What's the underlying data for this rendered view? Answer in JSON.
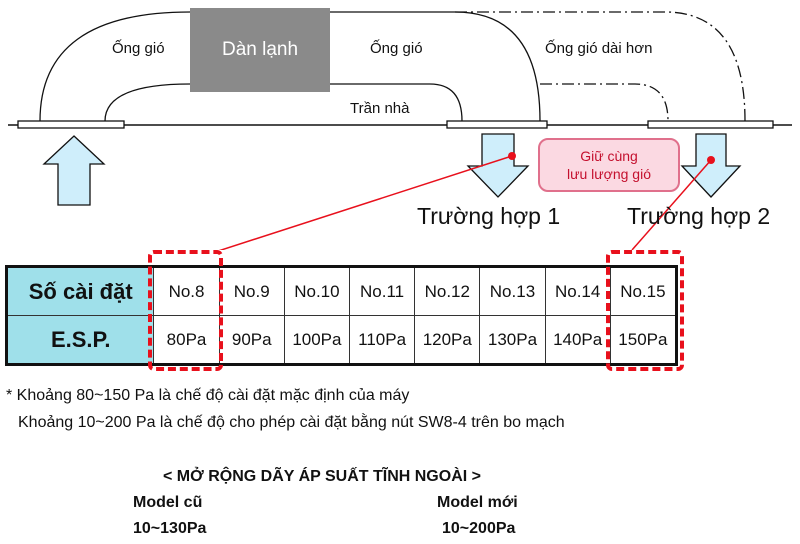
{
  "diagram": {
    "indoor_unit": "Dàn lạnh",
    "duct_left": "Ống gió",
    "duct_right": "Ống gió",
    "duct_longer": "Ống gió dài hơn",
    "ceiling": "Trần nhà",
    "callout_line1": "Giữ cùng",
    "callout_line2": "lưu lượng gió",
    "case1": "Trường hợp 1",
    "case2": "Trường hợp 2"
  },
  "table": {
    "row1_header": "Số cài đặt",
    "row2_header": "E.S.P.",
    "settings": [
      "No.8",
      "No.9",
      "No.10",
      "No.11",
      "No.12",
      "No.13",
      "No.14",
      "No.15"
    ],
    "pressures": [
      "80Pa",
      "90Pa",
      "100Pa",
      "110Pa",
      "120Pa",
      "130Pa",
      "140Pa",
      "150Pa"
    ]
  },
  "notes": {
    "line1": "* Khoảng 80~150 Pa là chế độ cài đặt mặc định của máy",
    "line2": "Khoảng 10~200 Pa là chế độ cho phép cài đặt bằng nút SW8-4 trên bo mạch"
  },
  "footer": {
    "title": "< MỞ RỘNG DÃY ÁP SUẤT TĨNH NGOÀI >",
    "old_model_label": "Model cũ",
    "old_model_range": "10~130Pa",
    "new_model_label": "Model mới",
    "new_model_range": "10~200Pa"
  },
  "colors": {
    "arrow_fill": "#cfeefb",
    "table_header": "#9fe0ea",
    "highlight": "#e8101c",
    "callout_fill": "#fbd9e2"
  }
}
